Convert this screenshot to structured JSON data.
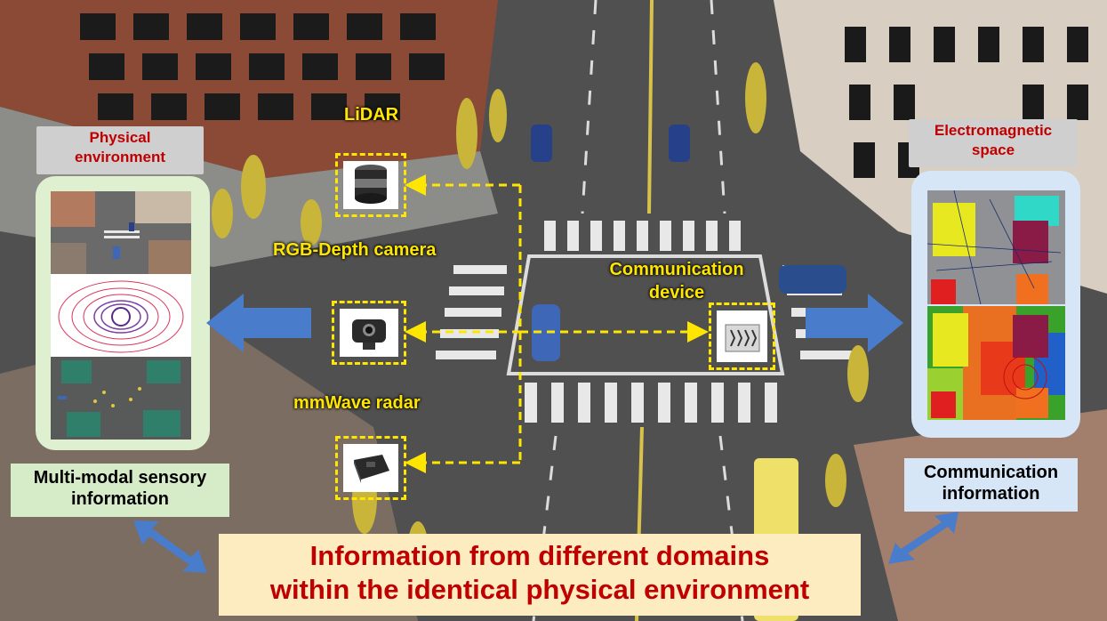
{
  "left_panel": {
    "title_lines": [
      "Physical",
      "environment"
    ],
    "caption_lines": [
      "Multi-modal sensory",
      "information"
    ]
  },
  "right_panel": {
    "title_lines": [
      "Electromagnetic",
      "space"
    ],
    "caption_lines": [
      "Communication",
      "information"
    ]
  },
  "sensors": {
    "lidar": "LiDAR",
    "camera": "RGB-Depth camera",
    "radar": "mmWave radar",
    "comm_lines": [
      "Communication",
      "device"
    ]
  },
  "banner": {
    "lines": [
      "Information from different domains",
      "within the identical physical environment"
    ]
  },
  "colors": {
    "title_red": "#c00000",
    "sensor_yellow": "#ffe600",
    "arrow_blue": "#4a7ccc",
    "left_panel_green": "#dff0d0",
    "right_panel_blue": "#d6e6f6",
    "banner_bg": "#fcecc0"
  }
}
